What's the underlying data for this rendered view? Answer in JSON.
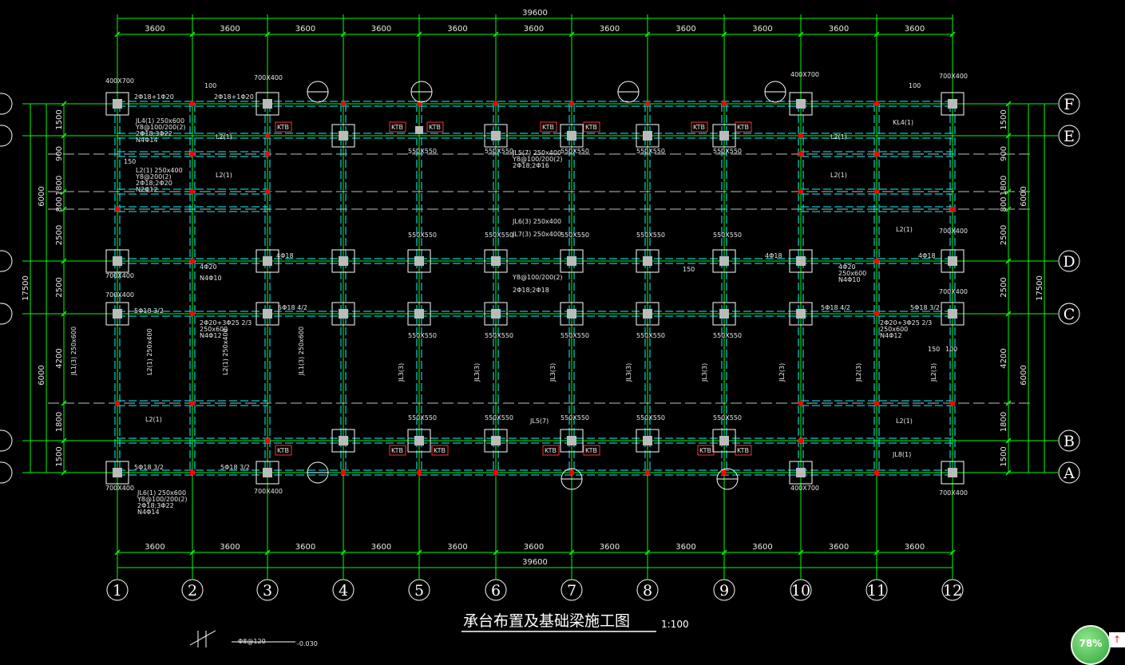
{
  "drawing": {
    "title": "承台布置及基础梁施工图",
    "scale": "1:100",
    "total_width_label": "39600",
    "total_height_label": "17500",
    "bay_labels": [
      "3600",
      "3600",
      "3600",
      "3600",
      "3600",
      "3600",
      "3600",
      "3600",
      "3600",
      "3600",
      "3600"
    ],
    "column_axes": [
      "1",
      "2",
      "3",
      "4",
      "5",
      "6",
      "7",
      "8",
      "9",
      "10",
      "11",
      "12"
    ],
    "row_axes": [
      "F",
      "E",
      "D",
      "C",
      "B",
      "A"
    ],
    "row_spacing_labels": [
      "1500",
      "900",
      "1800",
      "800",
      "2500",
      "2500",
      "4200",
      "1800",
      "1500"
    ],
    "row_group_labels": [
      "6000",
      "6000"
    ],
    "pile_caps_outer": [
      "400X700",
      "700X400"
    ],
    "pile_caps_inner": [
      "550X550"
    ],
    "beam_labels": [
      "JL4(1) 250x600",
      "Y8@100/200(2)",
      "2Φ18;3Φ22",
      "N4Φ14",
      "L2(1) 250x400",
      "Y8@200(2)",
      "2Φ18;2Φ20",
      "N2Φ12",
      "JL5(7) 250x400",
      "Y8@100/200(2)",
      "2Φ18;2Φ16",
      "JL6(3) 250x400",
      "JL7(3) 250x400",
      "2Φ18;2Φ18",
      "JL1(3) 250x600",
      "JL2(3)",
      "JL3(3)",
      "JL5(7)",
      "JL6(1) 250x600",
      "JL8(1)",
      "KL4(1)",
      "L2(1)",
      "5Φ18 3/2",
      "5Φ18 4/2",
      "4Φ18",
      "2Φ18+1Φ20",
      "2Φ20+3Φ25 2/3",
      "250x600",
      "N4Φ12",
      "N4Φ10",
      "4Φ20",
      "KTB"
    ],
    "dim_small": [
      "100",
      "150",
      "150",
      "100",
      "150"
    ],
    "elevation": "-0.030",
    "elevation_note": "Φ8@120"
  },
  "ui": {
    "zoom_level": "78%",
    "scroll_up_icon": "↑"
  },
  "colors": {
    "background": "#000000",
    "axis_grid": "#00ff00",
    "beam": "#00ffff",
    "dashed": "#ffffff",
    "rebar_marker": "#ff0000",
    "ktb": "#ff3030",
    "text": "#ffffff"
  }
}
